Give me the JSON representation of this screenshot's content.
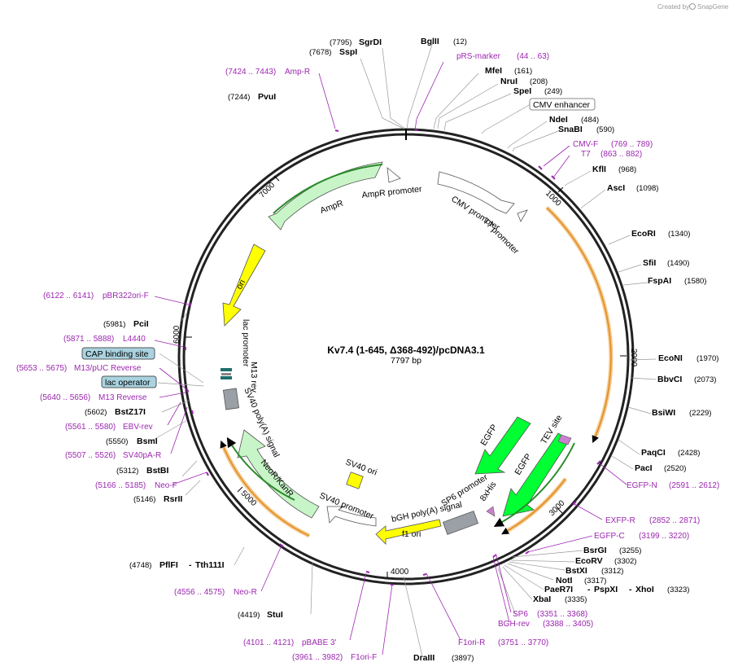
{
  "header": {
    "credit": "Created by",
    "brand": "SnapGene"
  },
  "plasmid": {
    "name": "Kv7.4 (1-645, Δ368-492)/pcDNA3.1",
    "size": "7797 bp"
  },
  "ticks": [
    "1000",
    "2000",
    "3000",
    "4000",
    "5000",
    "6000",
    "7000"
  ],
  "sites_top": [
    {
      "pos": "(7795)",
      "name": "SgrDI"
    },
    {
      "pos": "(7678)",
      "name": "SspI"
    },
    {
      "name": "BglII",
      "pos": "(12)"
    },
    {
      "name": "pRS-marker",
      "pos": "(44 .. 63)"
    },
    {
      "name": "MfeI",
      "pos": "(161)"
    },
    {
      "name": "NruI",
      "pos": "(208)"
    },
    {
      "name": "SpeI",
      "pos": "(249)"
    },
    {
      "name": "CMV enhancer"
    },
    {
      "name": "NdeI",
      "pos": "(484)"
    },
    {
      "name": "SnaBI",
      "pos": "(590)"
    },
    {
      "name": "CMV-F",
      "pos": "(769 .. 789)"
    },
    {
      "name": "T7",
      "pos": "(863 .. 882)"
    },
    {
      "name": "KflI",
      "pos": "(968)"
    },
    {
      "name": "AscI",
      "pos": "(1098)"
    }
  ],
  "sites_right": [
    {
      "name": "EcoRI",
      "pos": "(1340)"
    },
    {
      "name": "SfiI",
      "pos": "(1490)"
    },
    {
      "name": "FspAI",
      "pos": "(1580)"
    },
    {
      "name": "EcoNI",
      "pos": "(1970)"
    },
    {
      "name": "BbvCI",
      "pos": "(2073)"
    },
    {
      "name": "BsiWI",
      "pos": "(2229)"
    },
    {
      "name": "PaqCI",
      "pos": "(2428)"
    },
    {
      "name": "PacI",
      "pos": "(2520)"
    },
    {
      "name": "EGFP-N",
      "pos": "(2591 .. 2612)"
    },
    {
      "name": "EXFP-R",
      "pos": "(2852 .. 2871)"
    },
    {
      "name": "EGFP-C",
      "pos": "(3199 .. 3220)"
    },
    {
      "name": "BsrGI",
      "pos": "(3255)"
    },
    {
      "name": "EcoRV",
      "pos": "(3302)"
    },
    {
      "name": "BstXI",
      "pos": "(3312)"
    },
    {
      "name": "NotI",
      "pos": "(3317)"
    },
    {
      "name": "PaeR7I",
      "sep1": "-",
      "name2": "PspXI",
      "sep2": "-",
      "name3": "XhoI",
      "pos": "(3323)"
    },
    {
      "name": "XbaI",
      "pos": "(3335)"
    },
    {
      "name": "SP6",
      "pos": "(3351 .. 3368)"
    },
    {
      "name": "BGH-rev",
      "pos": "(3388 .. 3405)"
    }
  ],
  "sites_bottom": [
    {
      "name": "F1ori-R",
      "pos": "(3751 .. 3770)"
    },
    {
      "name": "DraIII",
      "pos": "(3897)"
    },
    {
      "pos": "(3961 .. 3982)",
      "name": "F1ori-F"
    },
    {
      "pos": "(4101 .. 4121)",
      "name": "pBABE 3'"
    },
    {
      "pos": "(4419)",
      "name": "StuI"
    },
    {
      "pos": "(4556 .. 4575)",
      "name": "Neo-R"
    },
    {
      "pos": "(4748)",
      "name": "PflFI",
      "sep": "-",
      "name2": "Tth111I"
    }
  ],
  "sites_left": [
    {
      "pos": "(7424 .. 7443)",
      "name": "Amp-R"
    },
    {
      "pos": "(7244)",
      "name": "PvuI"
    },
    {
      "pos": "(6122 .. 6141)",
      "name": "pBR322ori-F"
    },
    {
      "pos": "(5981)",
      "name": "PciI"
    },
    {
      "pos": "(5871 .. 5888)",
      "name": "L4440"
    },
    {
      "name": "CAP binding site"
    },
    {
      "pos": "(5653 .. 5675)",
      "name": "M13/pUC Reverse"
    },
    {
      "name": "lac operator"
    },
    {
      "pos": "(5640 .. 5656)",
      "name": "M13 Reverse"
    },
    {
      "pos": "(5602)",
      "name": "BstZ17I"
    },
    {
      "pos": "(5561 .. 5580)",
      "name": "EBV-rev"
    },
    {
      "pos": "(5550)",
      "name": "BsmI"
    },
    {
      "pos": "(5507 .. 5526)",
      "name": "SV40pA-R"
    },
    {
      "pos": "(5312)",
      "name": "BstBI"
    },
    {
      "pos": "(5166 .. 5185)",
      "name": "Neo-F"
    },
    {
      "pos": "(5146)",
      "name": "RsrII"
    }
  ],
  "features": {
    "ampr_promoter": "AmpR promoter",
    "ampr": "AmpR",
    "cmv_promoter": "CMV promoter",
    "t7_promoter": "T7 promoter",
    "ori": "ori",
    "lac_promoter": "lac promoter",
    "m13_rev": "M13 rev",
    "sv40_polya": "SV40 poly(A) signal",
    "neor": "NeoR/KanR",
    "sv40_ori": "SV40 ori",
    "sv40_promoter": "SV40 promoter",
    "f1_ori": "f1 ori",
    "bgh_polya": "bGH poly(A) signal",
    "sp6_promoter": "SP6 promoter",
    "his": "8xHis",
    "egfp1": "EGFP",
    "egfp2": "EGFP",
    "tev": "TEV site"
  },
  "colors": {
    "backbone": "#222222",
    "primer": "#9c27b0",
    "ampr": "#c8f5c8",
    "ori": "#ffff00",
    "egfp": "#00ff33",
    "promoter": "#ffffff",
    "polya": "#9aa0a6",
    "orf": "#f5a623",
    "cap": "#a9d3e0"
  }
}
